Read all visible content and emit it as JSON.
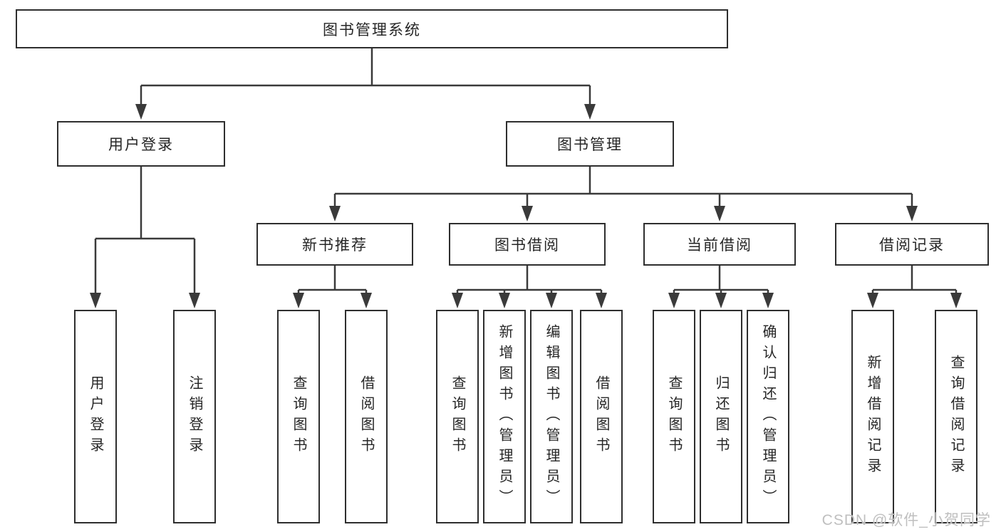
{
  "diagram": {
    "type": "hierarchy-tree",
    "nodes": {
      "root": "图书管理系统",
      "l2": [
        "用户登录",
        "图书管理"
      ],
      "l3": [
        "新书推荐",
        "图书借阅",
        "当前借阅",
        "借阅记录"
      ],
      "leaves_user": [
        "用户登录",
        "注销登录"
      ],
      "leaves_newbook": [
        "查询图书",
        "借阅图书"
      ],
      "leaves_borrow": [
        "查询图书",
        "新增图书（管理员）",
        "编辑图书（管理员）",
        "借阅图书"
      ],
      "leaves_current": [
        "查询图书",
        "归还图书",
        "确认归还（管理员）"
      ],
      "leaves_records": [
        "新增借阅记录",
        "查询借阅记录"
      ]
    }
  },
  "watermark": "CSDN @软件_小贺同学",
  "colors": {
    "background": "#ffffff",
    "line": "#3a3a3a",
    "box_border": "#2e2e2e",
    "text": "#262626",
    "watermark_text": "#bfbfbf"
  }
}
